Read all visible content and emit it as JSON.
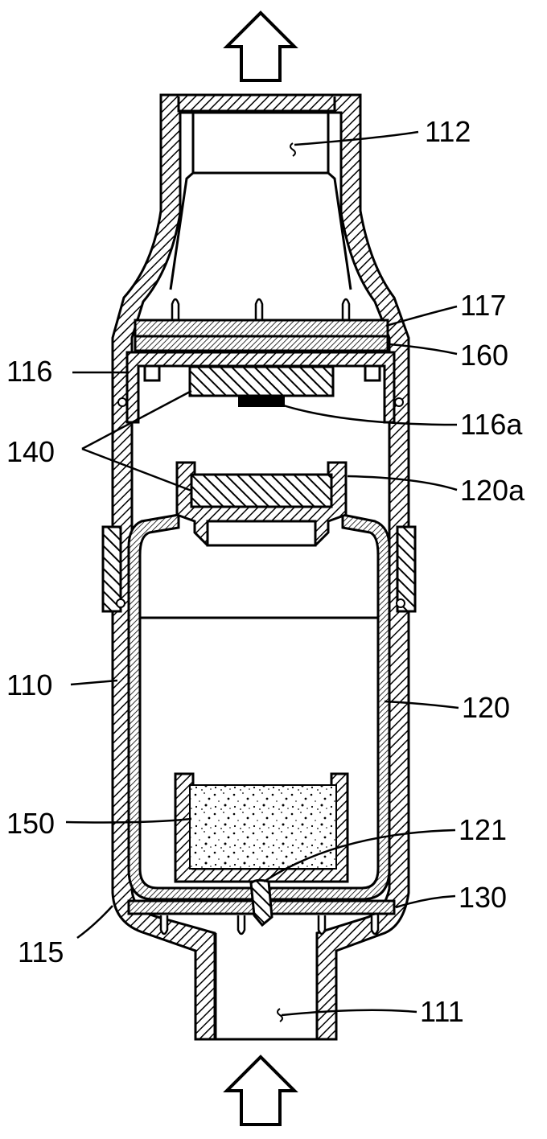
{
  "labels": {
    "outlet_port": "112",
    "upper_filter": "117",
    "gasket": "160",
    "cap": "116",
    "cap_protrusion": "116a",
    "seal_members": "140",
    "inner_cap": "120a",
    "housing": "110",
    "inner_container": "120",
    "filter_media": "150",
    "inlet_hole": "121",
    "lower_filter": "130",
    "housing_bottom": "115",
    "inlet_port": "111"
  },
  "colors": {
    "line": "#000000",
    "background": "#ffffff"
  }
}
